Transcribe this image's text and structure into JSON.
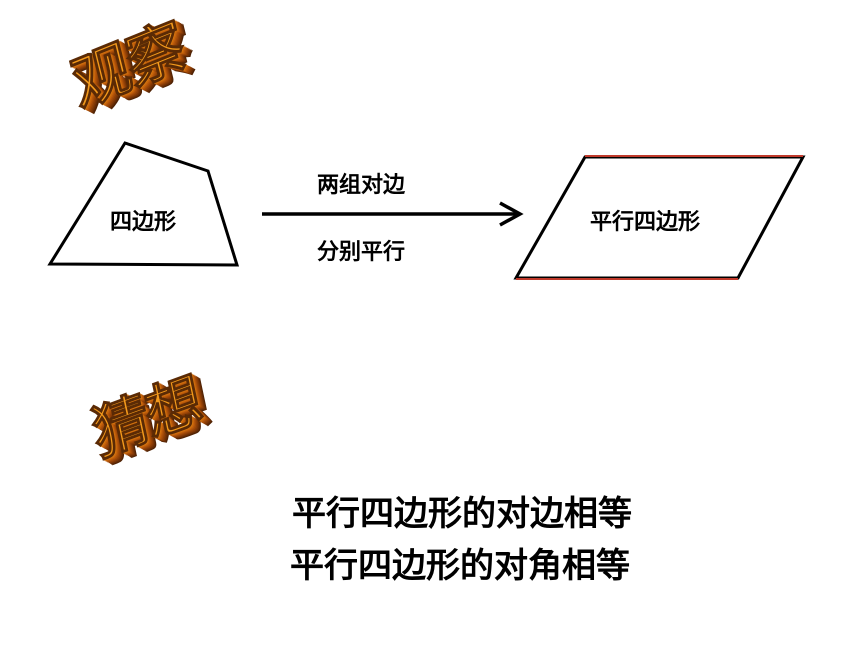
{
  "wordart": {
    "observe": "观察",
    "guess": "猜想"
  },
  "diagram": {
    "quad_label": "四边形",
    "arrow_top": "两组对边",
    "arrow_bottom": "分别平行",
    "para_label": "平行四边形"
  },
  "conjectures": [
    "平行四边形的对边相等",
    "平行四边形的对角相等"
  ],
  "colors": {
    "wordart": "#f39a1c",
    "parallelogram_edge": "#c0392b",
    "line": "#000000"
  }
}
